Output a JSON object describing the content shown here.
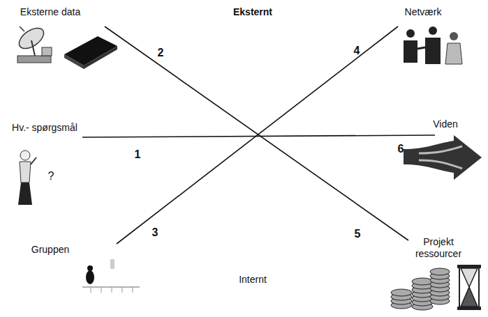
{
  "diagram": {
    "labels": [
      "Eksterne data",
      "Eksternt",
      "Netværk",
      "Hv.- spørgsmål",
      "?",
      "Viden",
      "Gruppen",
      "Internt",
      "Projekt ressourcer",
      "1",
      "2",
      "3",
      "4",
      "5",
      "6"
    ]
  }
}
